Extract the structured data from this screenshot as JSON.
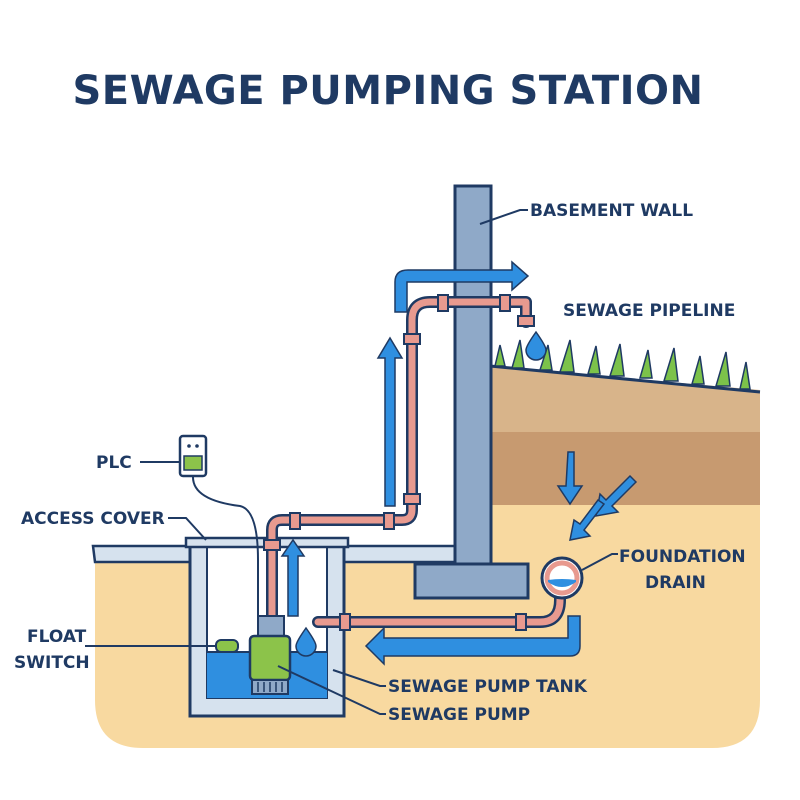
{
  "title": "SEWAGE PUMPING STATION",
  "labels": {
    "basement_wall": "BASEMENT WALL",
    "sewage_pipeline": "SEWAGE PIPELINE",
    "plc": "PLC",
    "access_cover": "ACCESS COVER",
    "foundation_drain_line1": "FOUNDATION",
    "foundation_drain_line2": "DRAIN",
    "float_switch_line1": "FLOAT",
    "float_switch_line2": "SWITCH",
    "sewage_pump_tank": "SEWAGE PUMP TANK",
    "sewage_pump": "SEWAGE PUMP"
  },
  "colors": {
    "title": "#1f3a63",
    "outline": "#1f3a63",
    "soil_light": "#f8d9a0",
    "soil_mid": "#d8b48a",
    "soil_dark": "#c79a70",
    "grass": "#7cc24a",
    "wall": "#8fa9c8",
    "tank": "#d6e2ee",
    "water": "#2f8fe0",
    "pipe": "#e89a8f",
    "arrow": "#2f8fe0",
    "pump": "#8cc34a"
  }
}
